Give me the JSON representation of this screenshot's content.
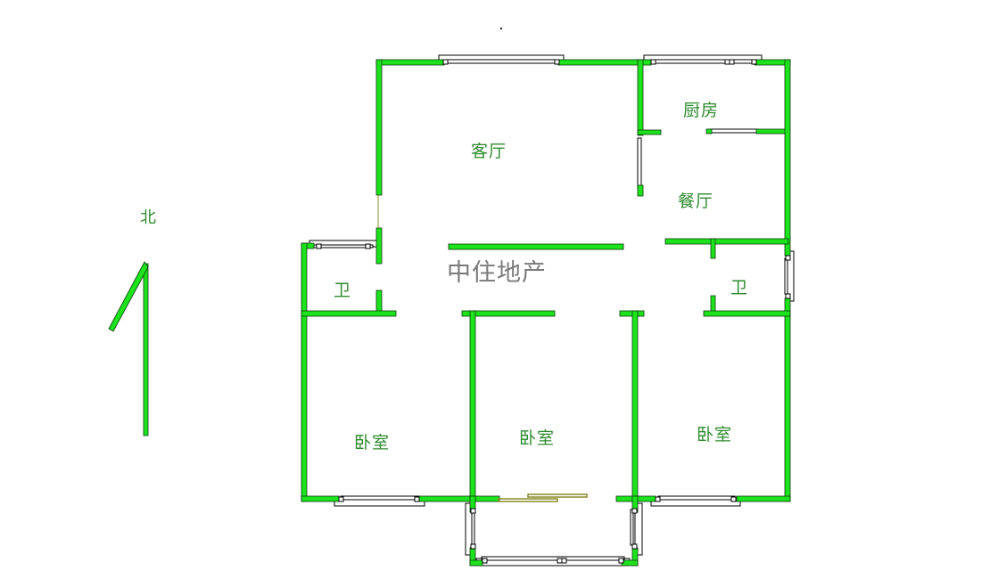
{
  "compass": {
    "label": "北",
    "icon": "north-arrow-icon"
  },
  "watermark": {
    "text": "中住地产"
  },
  "rooms": {
    "living_room": "客厅",
    "kitchen": "厨房",
    "dining_room": "餐厅",
    "bathroom_west": "卫",
    "bathroom_east": "卫",
    "bedroom_west": "卧室",
    "bedroom_center": "卧室",
    "bedroom_east": "卧室"
  },
  "colors": {
    "wall": "#1de31d",
    "label": "#2e8b2e",
    "watermark": "#7a7a7a",
    "sliding_door": "#8a8a2a"
  }
}
